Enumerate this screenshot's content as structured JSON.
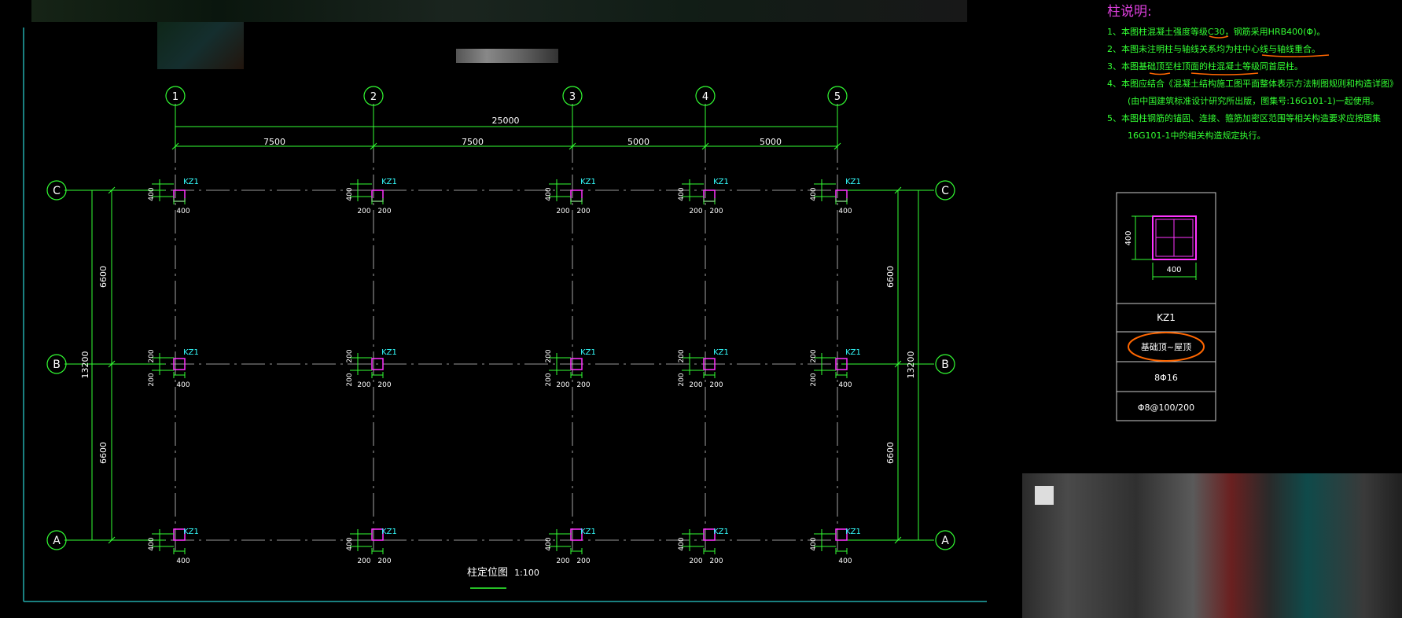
{
  "plan": {
    "total_dim": "25000",
    "spans": [
      "7500",
      "7500",
      "5000",
      "5000"
    ],
    "columns": [
      "1",
      "2",
      "3",
      "4",
      "5"
    ],
    "rows": [
      "C",
      "B",
      "A"
    ],
    "row_spans": [
      "6600",
      "6600"
    ],
    "row_total": "13200",
    "column_tag": "KZ1",
    "dim_400": "400",
    "dim_200": "200",
    "drawing_title": "柱定位图",
    "scale": "1:100"
  },
  "notes": {
    "title": "柱说明:",
    "lines": [
      "1、本图柱混凝土强度等级C30，钢筋采用HRB400(Φ)。",
      "2、本图未注明柱与轴线关系均为柱中心线与轴线重合。",
      "3、本图基础顶至柱顶面的柱混凝土等级同首层柱。",
      "4、本图应结合《混凝土结构施工图平面整体表示方法制图规则和构造详图》",
      "(由中国建筑标准设计研究所出版，图集号:16G101-1)一起使用。",
      "5、本图柱钢筋的锚固、连接、箍筋加密区范围等相关构造要求应按图集",
      "16G101-1中的相关构造规定执行。"
    ]
  },
  "schedule": {
    "dim_h": "400",
    "dim_v": "400",
    "name": "KZ1",
    "elevation": "基础顶~屋顶",
    "main_rebar": "8Φ16",
    "stirrup": "Φ8@100/200"
  },
  "colors": {
    "background": "#000000",
    "axis_green": "#33ff33",
    "column_magenta": "#ff33ff",
    "tag_cyan": "#33ffff",
    "grid_white": "#cccccc",
    "highlight_orange": "#ff6600",
    "frame_teal": "#22aaaa"
  }
}
